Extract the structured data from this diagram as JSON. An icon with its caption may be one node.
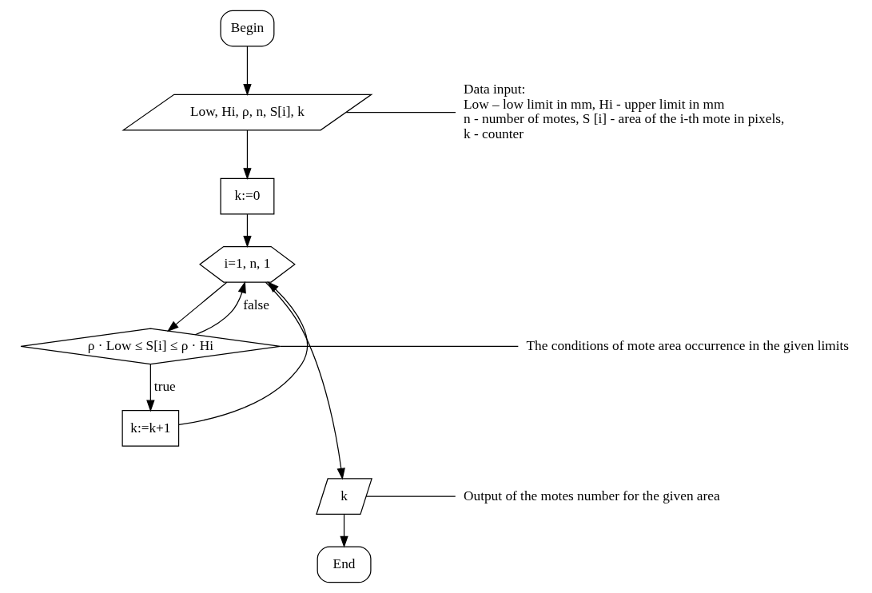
{
  "diagram": {
    "nodes": [
      {
        "text": [
          "Begin"
        ]
      },
      {
        "text": [
          "Low, Hi, ρ, n, S[i], k"
        ]
      },
      {
        "text": [
          "k:=0"
        ]
      },
      {
        "text": [
          "i=1, n, 1"
        ]
      },
      {
        "text": [
          "ρ · Low ≤ S[i] ≤ ρ · Hi"
        ]
      },
      {
        "text": [
          "k:=k+1"
        ]
      },
      {
        "text": [
          "k"
        ]
      },
      {
        "text": [
          "End"
        ]
      },
      {
        "text": [
          "Data input:",
          "Low – low limit in mm, Hi - upper limit in mm",
          "n - number of motes, S [i] - area of the i-th mote in pixels,",
          "k - counter"
        ]
      },
      {
        "text": [
          "The conditions of mote area occurrence in the given limits"
        ]
      },
      {
        "text": [
          "Output of the motes number for the given area"
        ]
      }
    ],
    "edges": [
      {
        "from": 0,
        "to": 1,
        "arrow": "to"
      },
      {
        "from": 1,
        "to": 2,
        "arrow": "to"
      },
      {
        "from": 2,
        "to": 3,
        "arrow": "to"
      },
      {
        "from": 3,
        "to": 4,
        "arrow": "to"
      },
      {
        "from": 4,
        "to": 5,
        "arrow": "to",
        "label": "true"
      },
      {
        "from": 5,
        "to": 3,
        "arrow": "to"
      },
      {
        "from": 4,
        "to": 3,
        "arrow": "to",
        "label": "false"
      },
      {
        "from": 3,
        "to": 6,
        "arrow": "to"
      },
      {
        "from": 6,
        "to": 7,
        "arrow": "to"
      },
      {
        "from": 8,
        "to": 1,
        "arrow": "none"
      },
      {
        "from": 9,
        "to": 4,
        "arrow": "none"
      },
      {
        "from": 10,
        "to": 6,
        "arrow": "none"
      }
    ]
  }
}
